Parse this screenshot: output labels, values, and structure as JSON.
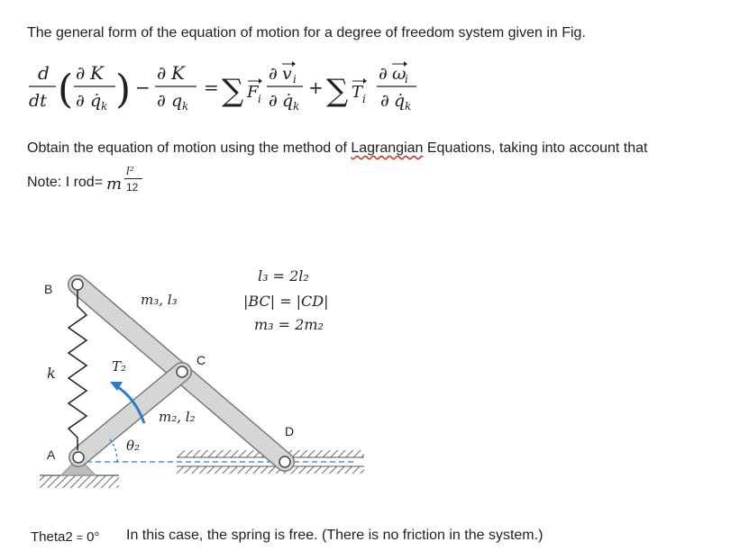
{
  "intro": "The general form of the equation of motion for a degree of freedom system given in Fig.",
  "equation": {
    "d": "d",
    "dt": "dt",
    "partial": "∂",
    "K": "K",
    "qk_dot": "q̇",
    "sub_k": "k",
    "q": "q",
    "minus": "−",
    "equals": "=",
    "sigma": "∑",
    "plus": "+",
    "F": "F",
    "T": "T",
    "sub_i": "i",
    "v": "v",
    "omega": "ω"
  },
  "instruction_prefix": "Obtain the equation of motion using the method of ",
  "instruction_link": "Lagrangian",
  "instruction_suffix": " Equations, taking into account that",
  "note": {
    "label": "Note: I rod=",
    "m": "m",
    "numerator": "l²",
    "denominator": "12"
  },
  "figure": {
    "point_B": "B",
    "point_A": "A",
    "point_C": "C",
    "point_D": "D",
    "spring_label": "k",
    "torque_label": "T₂",
    "link3_label": "m₃, l₃",
    "link2_label": "m₂, l₂",
    "angle_label": "θ₂",
    "relation_1": "l₃ = 2l₂",
    "relation_2": "|BC| = |CD|",
    "relation_3": "m₃ = 2m₂",
    "link_color": "#d6d6d6",
    "torque_arrow_color": "#2e7bc4",
    "hatch_color": "#6b6b6b"
  },
  "footer": {
    "theta_label": "Theta2",
    "theta_eq": "=",
    "theta_value": "0°",
    "statement": "In this case, the spring is free. (There is no friction in the system.)"
  }
}
